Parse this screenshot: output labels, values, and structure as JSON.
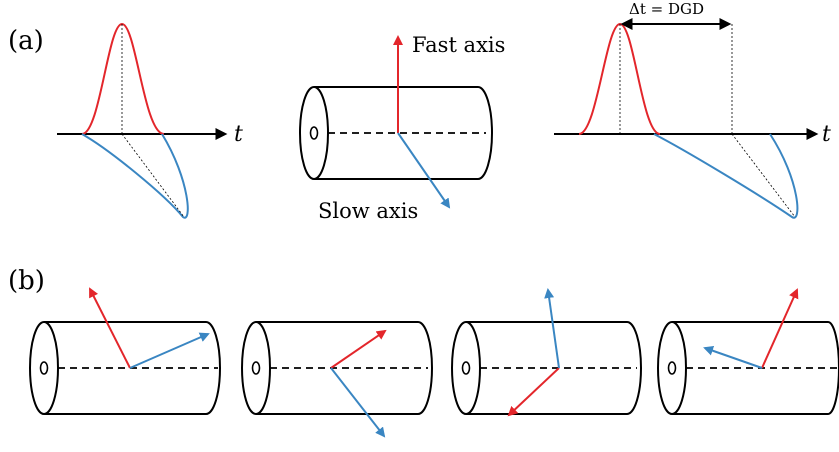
{
  "panel_a_label": "(a)",
  "panel_b_label": "(b)",
  "time_axis_label": "t",
  "fast_axis_label": "Fast axis",
  "slow_axis_label": "Slow axis",
  "dgd_label": "Δt = DGD",
  "colors": {
    "fast": "#e3262b",
    "slow": "#3a86c2",
    "stroke": "#000000"
  }
}
